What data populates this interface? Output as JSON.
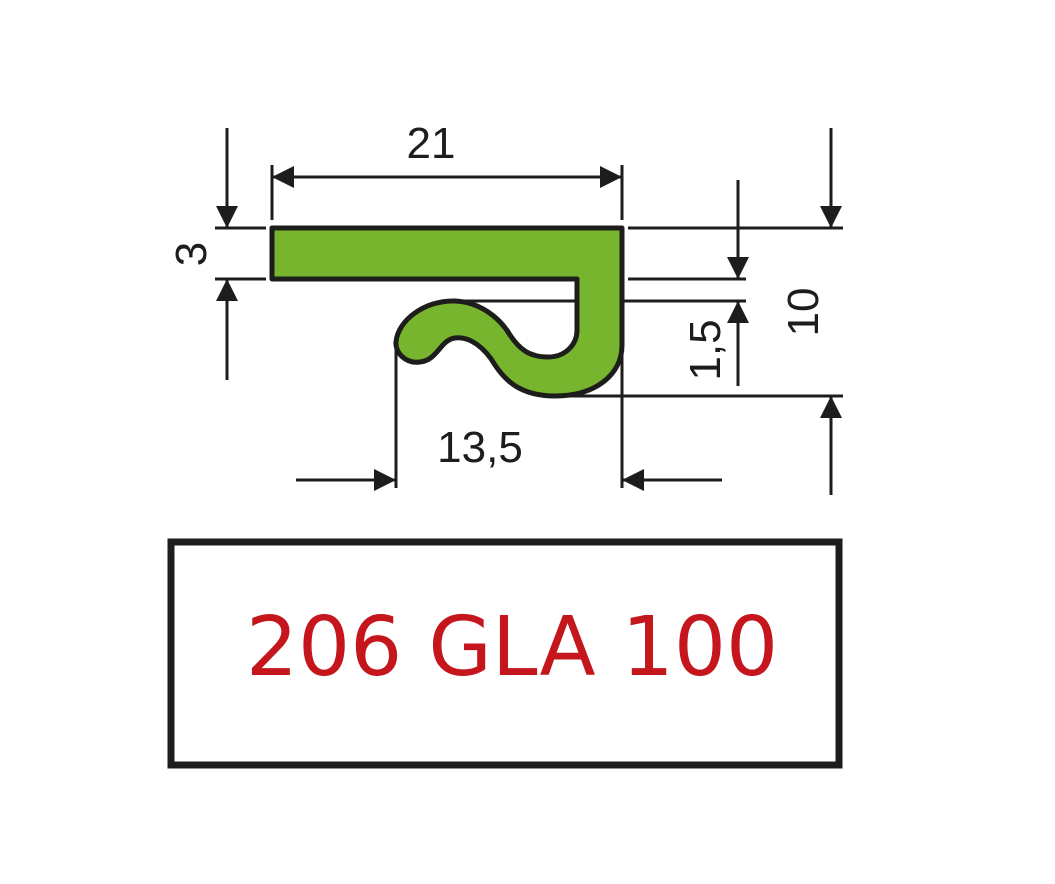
{
  "dimensions": {
    "width": "21",
    "thickness": "3",
    "height": "10",
    "gap": "1,5",
    "hook_width": "13,5"
  },
  "product_code": "206 GLA 100",
  "colors": {
    "profile_fill": "#77b52e",
    "outline": "#1d1d1b",
    "code_text": "#c4161c"
  }
}
